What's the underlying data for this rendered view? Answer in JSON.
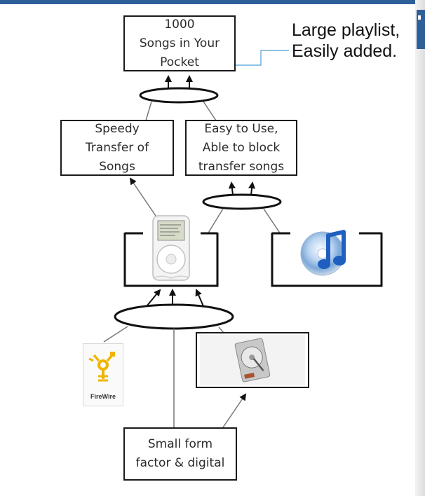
{
  "callout": {
    "text": "Large playlist,\nEasily added."
  },
  "nodes": {
    "songs_in_pocket": "1000\nSongs in Your\nPocket",
    "speedy_transfer": "Speedy\nTransfer of\nSongs",
    "easy_to_use": "Easy to Use,\nAble to block\ntransfer songs",
    "small_form_factor": "Small form\nfactor & digital"
  },
  "logos": {
    "firewire": "FireWire"
  },
  "icons": [
    "ipod-icon",
    "itunes-icon",
    "firewire-icon",
    "hard-drive-icon"
  ],
  "colors": {
    "accent": "#2f5f97",
    "callout_line": "#4a9fd8"
  }
}
